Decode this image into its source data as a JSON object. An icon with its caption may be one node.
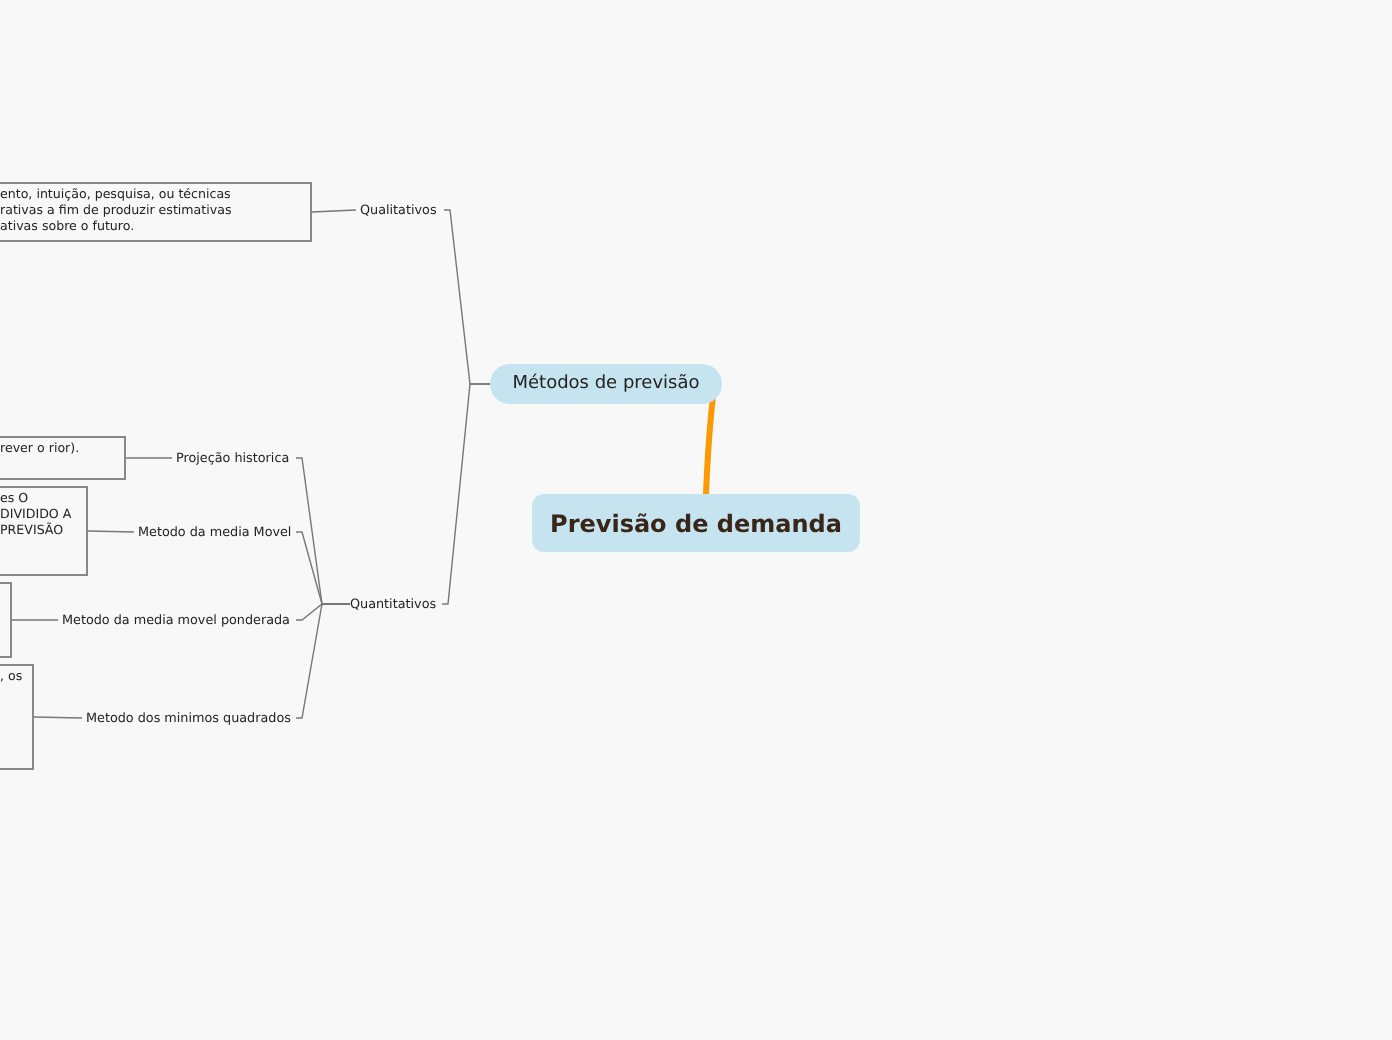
{
  "diagram": {
    "nodes": [
      {
        "text": [
          "Previsão de demanda"
        ]
      },
      {
        "text": [
          "Métodos de previsão"
        ]
      },
      {
        "text": [
          "Qualitativos"
        ]
      },
      {
        "text": [
          "ento, intuição, pesquisa, ou técnicas rativas a fim de produzir estimativas ativas sobre o futuro."
        ]
      },
      {
        "text": [
          "Quantitativos"
        ]
      },
      {
        "text": [
          "Projeção historica"
        ]
      },
      {
        "text": [
          "rever o rior)."
        ]
      },
      {
        "text": [
          "Metodo da media Movel"
        ]
      },
      {
        "text": [
          "es O DIVIDIDO A PREVISÃO"
        ]
      },
      {
        "text": [
          "Metodo da media movel ponderada"
        ]
      },
      {
        "text": [],
        "shape": "box"
      },
      {
        "text": [
          "Metodo dos minimos quadrados"
        ]
      },
      {
        "text": [
          ", os"
        ]
      }
    ],
    "edges": [
      {
        "from": 0,
        "to": 1,
        "arrow": "none",
        "style": "thick",
        "color": "#ff9900"
      },
      {
        "from": 1,
        "to": 2,
        "arrow": "none"
      },
      {
        "from": 1,
        "to": 4,
        "arrow": "none"
      },
      {
        "from": 2,
        "to": 3,
        "arrow": "none"
      },
      {
        "from": 4,
        "to": 5,
        "arrow": "none"
      },
      {
        "from": 4,
        "to": 7,
        "arrow": "none"
      },
      {
        "from": 4,
        "to": 9,
        "arrow": "none"
      },
      {
        "from": 4,
        "to": 11,
        "arrow": "none"
      },
      {
        "from": 5,
        "to": 6,
        "arrow": "none"
      },
      {
        "from": 7,
        "to": 8,
        "arrow": "none"
      },
      {
        "from": 9,
        "to": 10,
        "arrow": "none"
      },
      {
        "from": 11,
        "to": 12,
        "arrow": "none"
      }
    ]
  }
}
